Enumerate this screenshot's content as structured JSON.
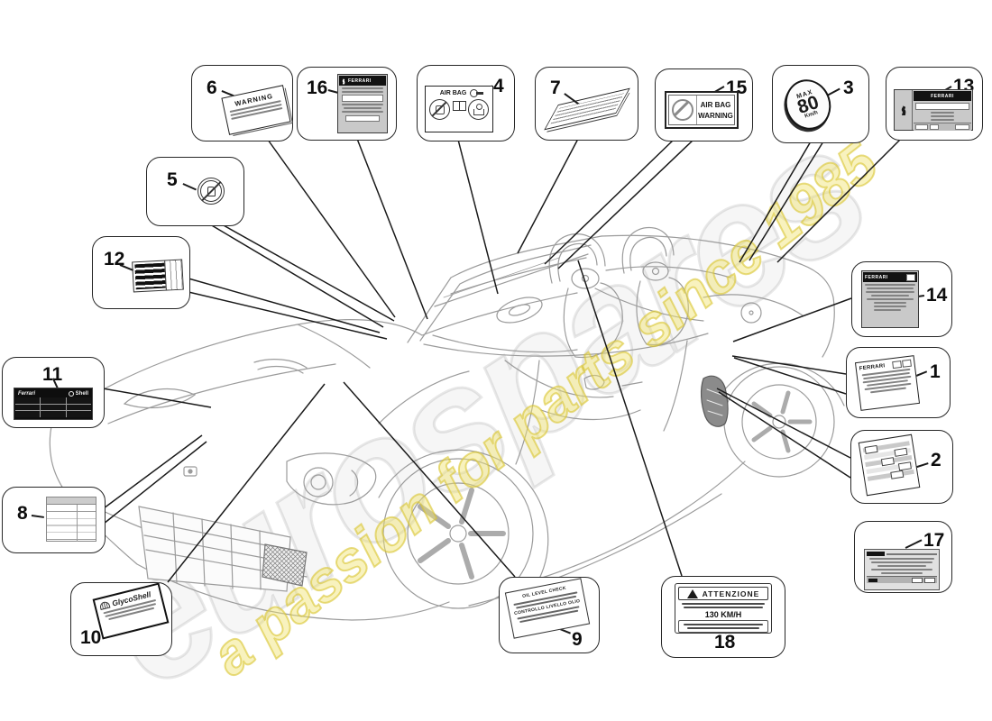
{
  "diagram": {
    "description": "Adhesive labels and plaques - Ferrari convertible parts diagram",
    "watermark": {
      "brand": "eurospares",
      "tagline": "a passion for parts since 1985",
      "tagline_color": "#e8d44f"
    },
    "callouts": [
      {
        "number": "1",
        "texts": {
          "header": "FERRARI"
        }
      },
      {
        "number": "2",
        "texts": {}
      },
      {
        "number": "3",
        "texts": {
          "top": "MAX",
          "value": "80",
          "unit": "Km/h"
        }
      },
      {
        "number": "4",
        "texts": {
          "title": "AIR BAG"
        }
      },
      {
        "number": "5",
        "texts": {}
      },
      {
        "number": "6",
        "texts": {
          "title": "WARNING"
        }
      },
      {
        "number": "7",
        "texts": {}
      },
      {
        "number": "8",
        "texts": {}
      },
      {
        "number": "9",
        "texts": {
          "line1": "OIL LEVEL CHECK",
          "line2": "CONTROLLO LIVELLO OLIO"
        }
      },
      {
        "number": "10",
        "texts": {
          "title": "GlycoShell"
        }
      },
      {
        "number": "11",
        "texts": {
          "brand_left": "Ferrari",
          "brand_right": "Shell"
        }
      },
      {
        "number": "12",
        "texts": {}
      },
      {
        "number": "13",
        "texts": {
          "header": "FERRARI"
        }
      },
      {
        "number": "14",
        "texts": {
          "header": "FERRARI"
        }
      },
      {
        "number": "15",
        "texts": {
          "line1": "AIR BAG",
          "line2": "WARNING"
        }
      },
      {
        "number": "16",
        "texts": {
          "header": "FERRARI"
        }
      },
      {
        "number": "17",
        "texts": {}
      },
      {
        "number": "18",
        "texts": {
          "title": "ATTENZIONE",
          "speed": "130 KM/H"
        }
      }
    ]
  }
}
